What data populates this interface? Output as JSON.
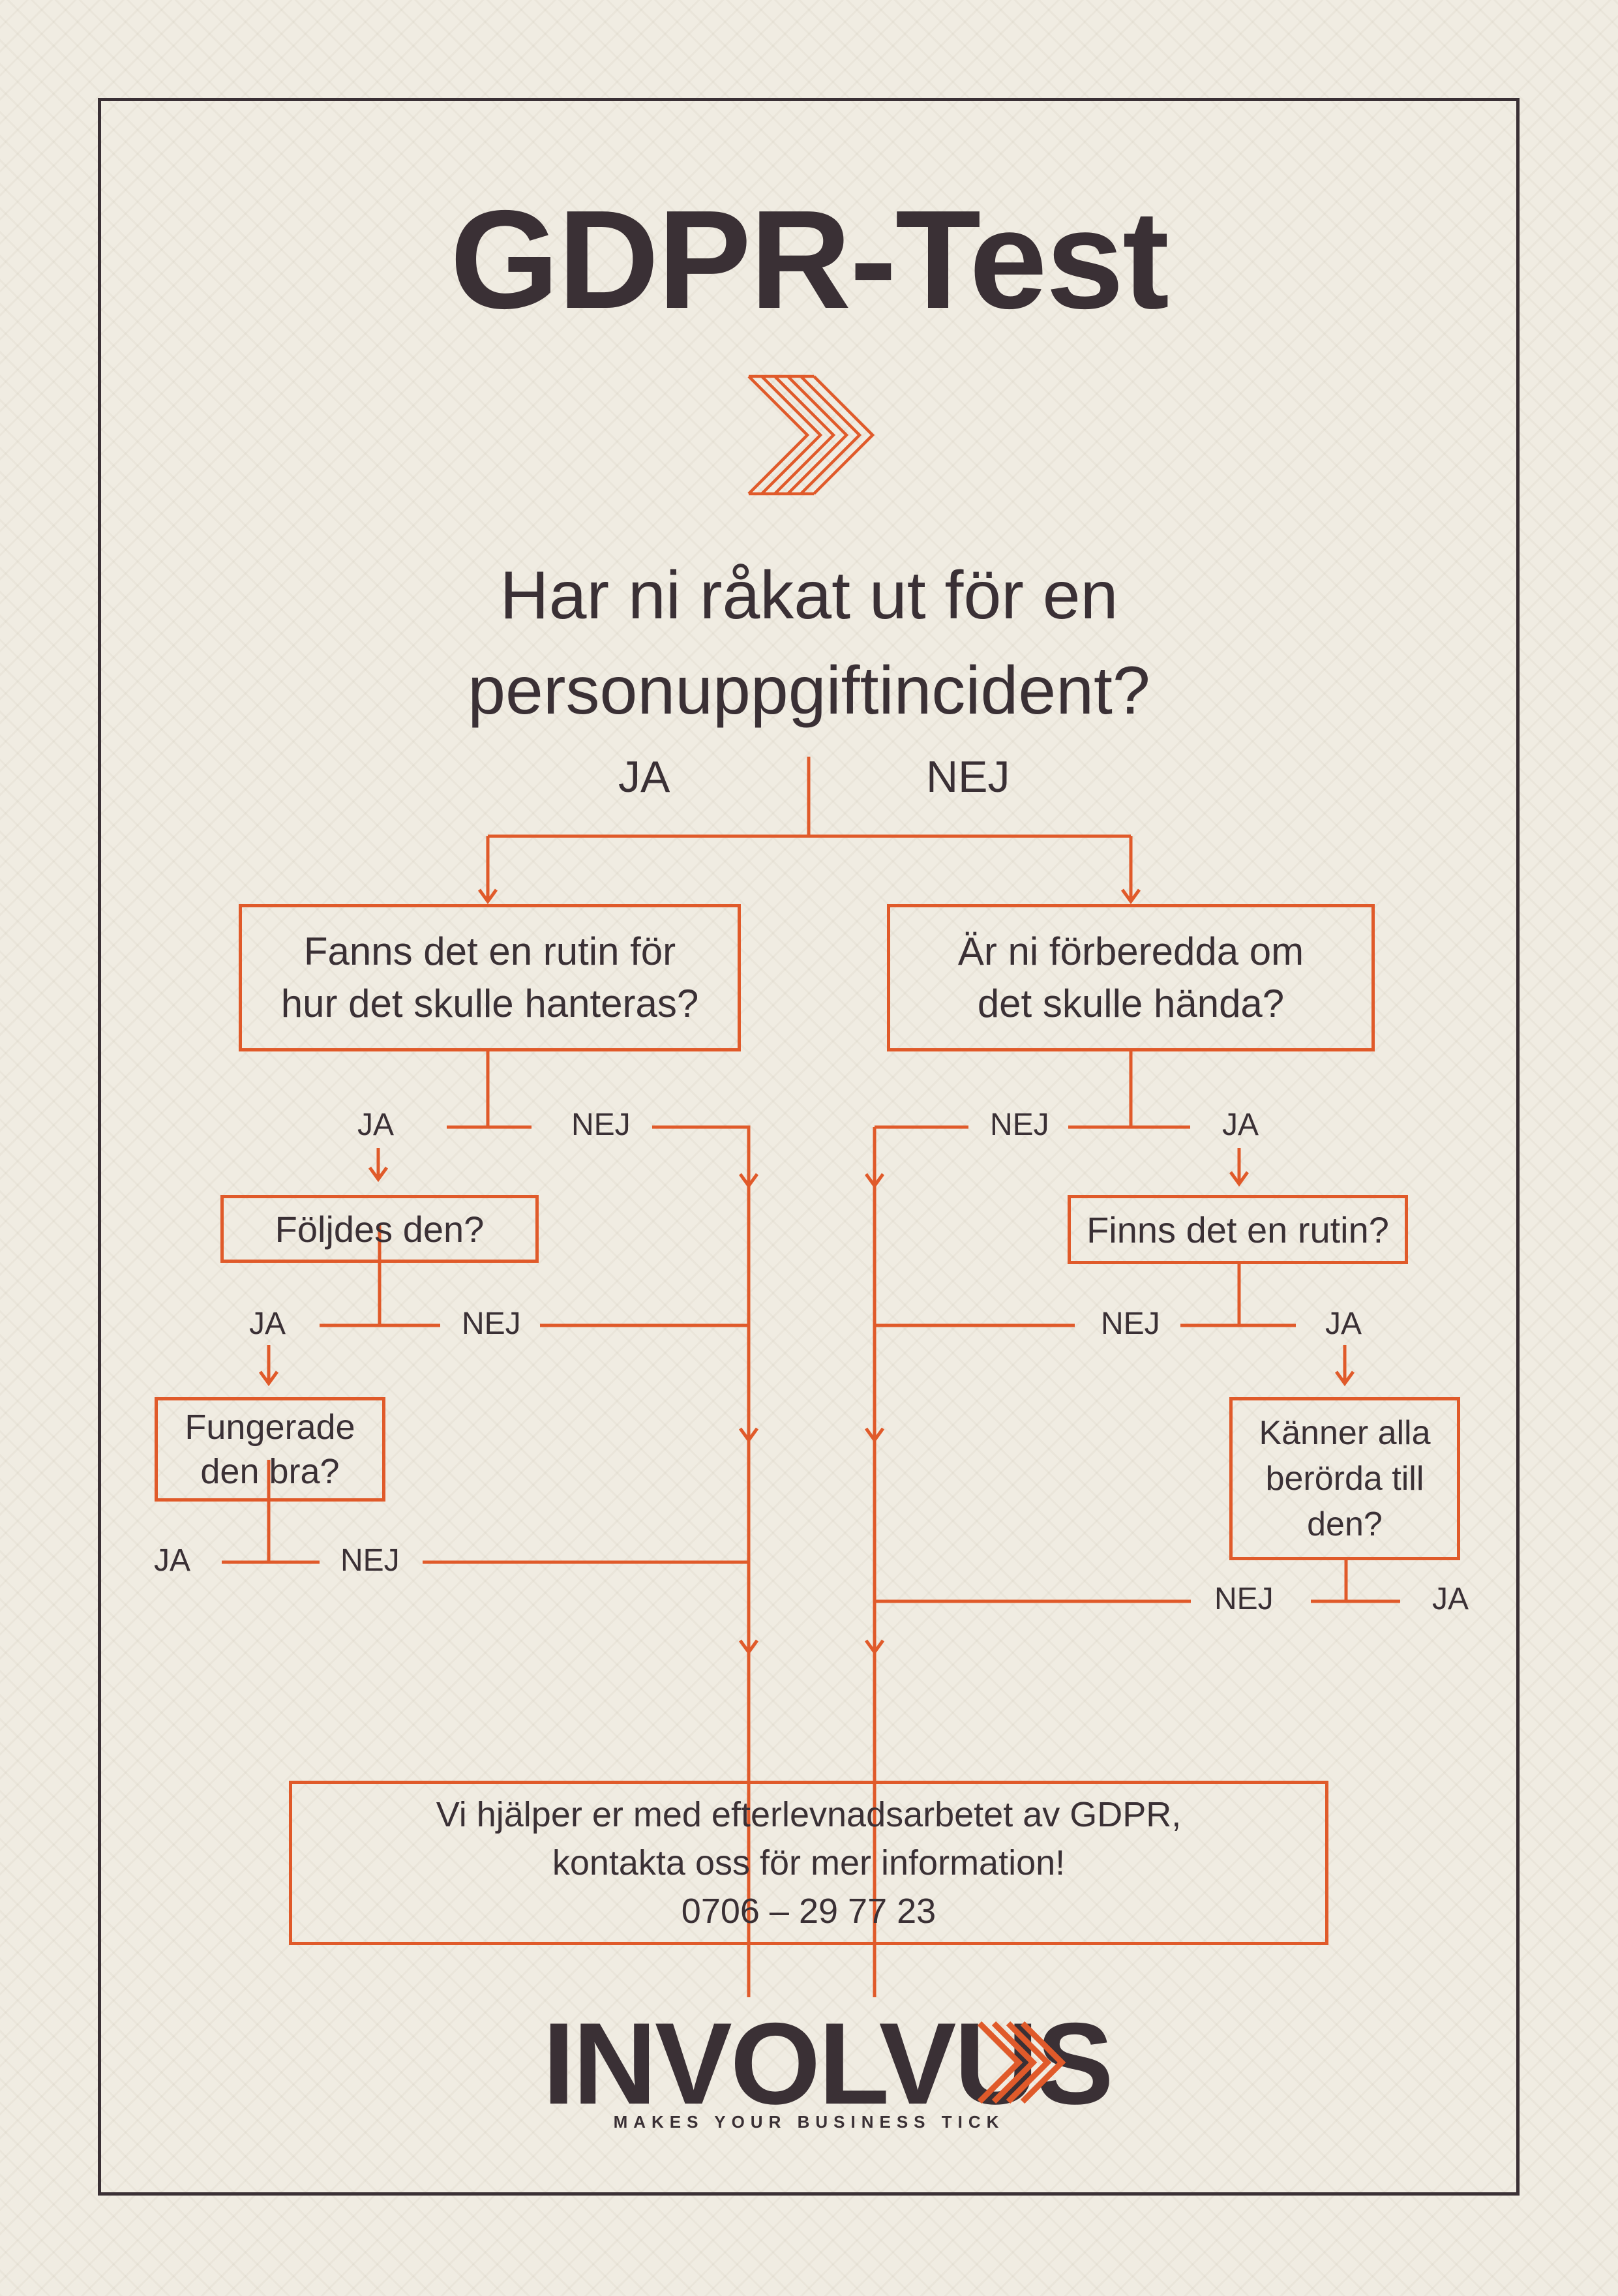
{
  "title": "GDPR-Test",
  "question_line1": "Har ni råkat ut för en",
  "question_line2": "personuppgiftincident?",
  "branch_yes": "JA",
  "branch_no": "NEJ",
  "left_q1": "Fanns det en rutin för\nhur det skulle hanteras?",
  "left_q2": "Följdes den?",
  "left_q3": "Fungerade\nden bra?",
  "right_q1": "Är ni förberedda om\ndet skulle hända?",
  "right_q2": "Finns det en rutin?",
  "right_q3": "Känner alla\nberörda till\nden?",
  "result": "Vi hjälper er med efterlevnadsarbetet av GDPR,\nkontakta oss för mer information!\n0706 – 29 77 23",
  "brand": "INVOLVUS",
  "tagline": "MAKES YOUR BUSINESS TICK",
  "colors": {
    "accent": "#e05a2a",
    "text": "#3a3035",
    "background": "#f0ece2"
  },
  "icons": [
    "involvus-chevron-logo-icon",
    "arrow-down-icon"
  ]
}
